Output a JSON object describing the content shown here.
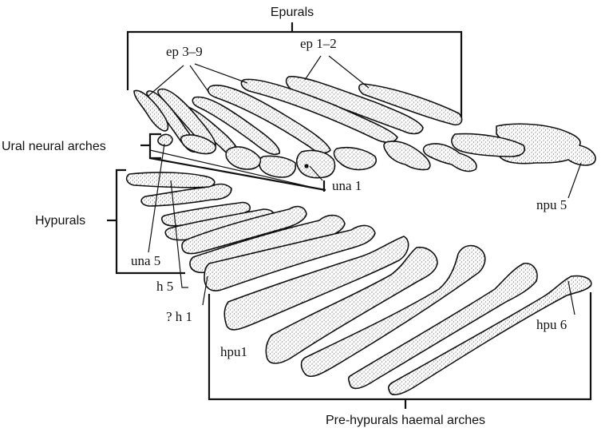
{
  "diagram": {
    "group_labels": {
      "epurals": "Epurals",
      "ural_neural_arches": "Ural  neural arches",
      "hypurals": "Hypurals",
      "pre_hypurals": "Pre-hypurals haemal arches"
    },
    "element_labels": {
      "ep_3_9": "ep 3–9",
      "ep_1_2": "ep 1–2",
      "una_1": "una 1",
      "npu_5": "npu 5",
      "una_5": "una 5",
      "h_5": "h 5",
      "h_1": "? h 1",
      "hpu1": "hpu1",
      "hpu_6": "hpu 6"
    },
    "colors": {
      "ink": "#111111",
      "background": "#ffffff"
    }
  }
}
